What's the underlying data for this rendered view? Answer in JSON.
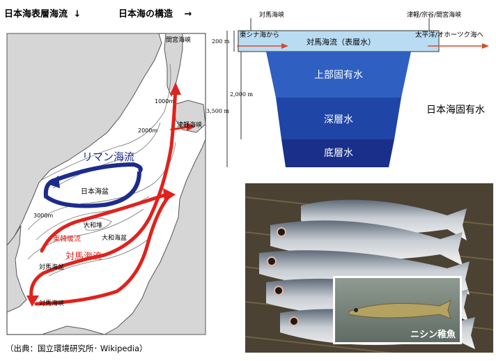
{
  "headings": {
    "surface_title": "日本海表層海流",
    "surface_arrow": "↓",
    "structure_title": "日本海の構造",
    "structure_arrow": "→"
  },
  "source": "（出典：国立環境研究所･ Wikipedia）",
  "map": {
    "labels": {
      "mamiya": "間宮海峡",
      "tsugaru": "津軽海峡",
      "liman": "リマン海流",
      "basin": "日本海盆",
      "east_korea": "東韓暖流",
      "tsushima_current": "対馬海流",
      "yamato_basin": "大和海盆",
      "tsushima_basin": "対馬海盆",
      "tsushima_strait": "対馬海峡",
      "yamato": "大和堆"
    },
    "depths": {
      "d1000": "1000m",
      "d2000": "2000m",
      "d3000": "3000m"
    },
    "colors": {
      "warm": "#e0221c",
      "cold": "#1c2c8c",
      "land": "#d9d9d9",
      "sea": "#ffffff"
    }
  },
  "section": {
    "top_left_label": "対馬海峡",
    "top_right_label": "津軽/宗谷/間宮海峡",
    "inflow_label": "東シナ海から",
    "surface_label": "対馬海流（表層水）",
    "outflow_label": "太平洋/オホーツク海へ",
    "layers": [
      "上部固有水",
      "深層水",
      "底層水"
    ],
    "side_label": "日本海固有水",
    "depths": {
      "d200": "200 m",
      "d2000": "2,000 m",
      "d3500": "3,500 m"
    },
    "colors": {
      "surface": "#b9dcf2",
      "upper": "#2f5fc0",
      "deep": "#1f45a6",
      "bottom": "#1a2f8a",
      "arrow": "#d94a2a"
    }
  },
  "photo": {
    "inset_label": "ニシン稚魚"
  }
}
